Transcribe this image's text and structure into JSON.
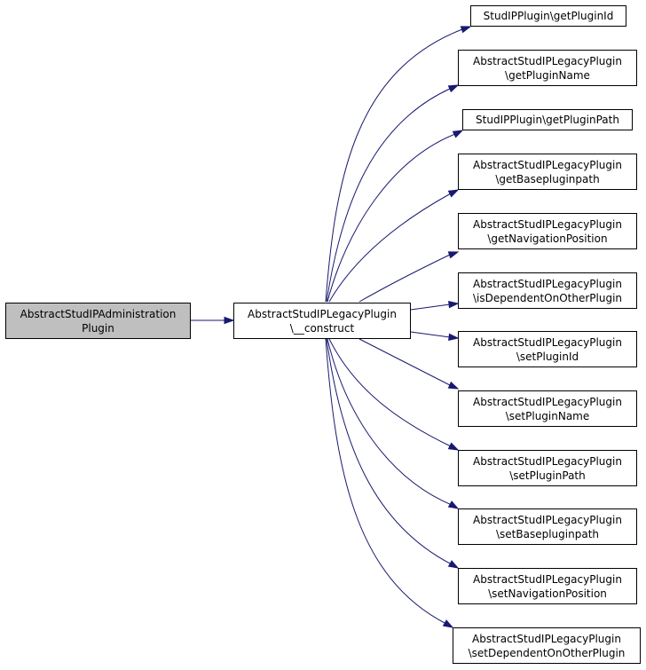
{
  "colors": {
    "edge": "#191970",
    "root_fill": "#bfbfbf",
    "node_fill": "#ffffff",
    "border": "#000000"
  },
  "root": {
    "lines": [
      "AbstractStudIPAdministration",
      "Plugin"
    ]
  },
  "center": {
    "lines": [
      "AbstractStudIPLegacyPlugin",
      "\\__construct"
    ]
  },
  "callees": [
    {
      "lines": [
        "StudIPPlugin\\getPluginId"
      ]
    },
    {
      "lines": [
        "AbstractStudIPLegacyPlugin",
        "\\getPluginName"
      ]
    },
    {
      "lines": [
        "StudIPPlugin\\getPluginPath"
      ]
    },
    {
      "lines": [
        "AbstractStudIPLegacyPlugin",
        "\\getBasepluginpath"
      ]
    },
    {
      "lines": [
        "AbstractStudIPLegacyPlugin",
        "\\getNavigationPosition"
      ]
    },
    {
      "lines": [
        "AbstractStudIPLegacyPlugin",
        "\\isDependentOnOtherPlugin"
      ]
    },
    {
      "lines": [
        "AbstractStudIPLegacyPlugin",
        "\\setPluginId"
      ]
    },
    {
      "lines": [
        "AbstractStudIPLegacyPlugin",
        "\\setPluginName"
      ]
    },
    {
      "lines": [
        "AbstractStudIPLegacyPlugin",
        "\\setPluginPath"
      ]
    },
    {
      "lines": [
        "AbstractStudIPLegacyPlugin",
        "\\setBasepluginpath"
      ]
    },
    {
      "lines": [
        "AbstractStudIPLegacyPlugin",
        "\\setNavigationPosition"
      ]
    },
    {
      "lines": [
        "AbstractStudIPLegacyPlugin",
        "\\setDependentOnOtherPlugin"
      ]
    }
  ]
}
